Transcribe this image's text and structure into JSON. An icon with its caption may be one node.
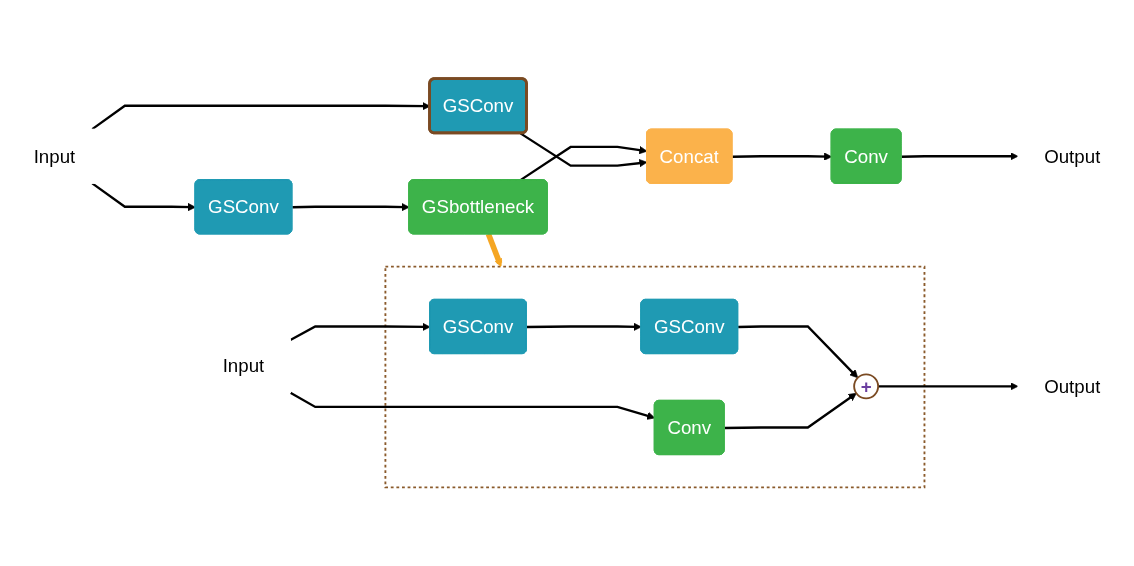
{
  "diagram": {
    "nodes": [
      {
        "text": [
          "Input"
        ]
      },
      {
        "text": [
          "GSConv"
        ]
      },
      {
        "text": [
          "GSConv"
        ]
      },
      {
        "text": [
          "GSbottleneck"
        ]
      },
      {
        "text": [
          "Concat"
        ]
      },
      {
        "text": [
          "Conv"
        ]
      },
      {
        "text": [
          "Output"
        ]
      },
      {
        "text": [],
        "shape": "box"
      },
      {
        "text": [
          "Conv"
        ],
        "in": 7
      },
      {
        "text": [
          "Input"
        ]
      },
      {
        "text": [
          "GSConv"
        ],
        "in": 7
      },
      {
        "text": [
          "GSConv"
        ],
        "in": 7
      },
      {
        "text": [
          "+"
        ],
        "in": 7
      },
      {
        "text": [
          "Output"
        ]
      }
    ],
    "edges": [
      {
        "from": 0,
        "to": 1,
        "arrow": "to"
      },
      {
        "from": 0,
        "to": 2,
        "arrow": "to"
      },
      {
        "from": 2,
        "to": 3,
        "arrow": "to"
      },
      {
        "from": 3,
        "to": 4,
        "arrow": "to"
      },
      {
        "from": 1,
        "to": 4,
        "arrow": "to"
      },
      {
        "from": 4,
        "to": 5,
        "arrow": "to"
      },
      {
        "from": 5,
        "to": 6,
        "arrow": "to"
      },
      {
        "from": 3,
        "to": 7,
        "arrow": "to",
        "style": "thick",
        "color": "#f5a623"
      },
      {
        "from": 9,
        "to": 8,
        "arrow": "to"
      },
      {
        "from": 9,
        "to": 10,
        "arrow": "to"
      },
      {
        "from": 10,
        "to": 11,
        "arrow": "to"
      },
      {
        "from": 11,
        "to": 12,
        "arrow": "to"
      },
      {
        "from": 8,
        "to": 12,
        "arrow": "to"
      },
      {
        "from": 12,
        "to": 13,
        "arrow": "to"
      }
    ]
  }
}
